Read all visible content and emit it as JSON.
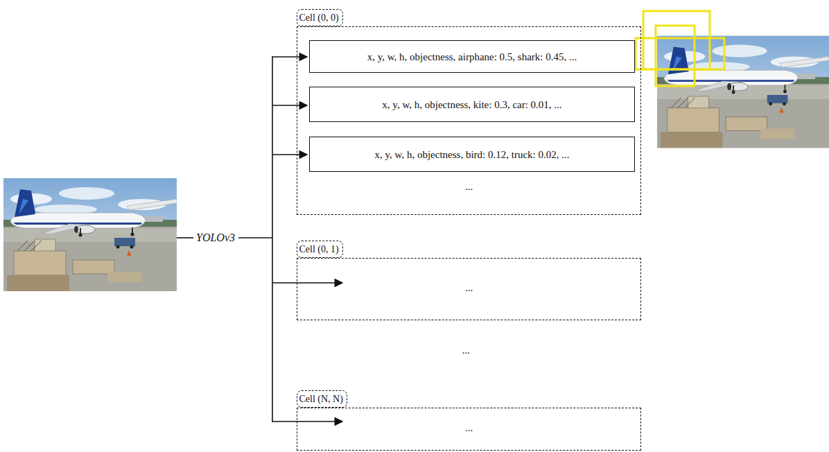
{
  "diagram": {
    "nodes": [
      {
        "text": [
          "Cell (0, 0)",
          "..."
        ]
      },
      {
        "text": [
          "x, y, w, h, objectness, airphane: 0.5, shark: 0.45, ..."
        ],
        "in": 0
      },
      {
        "text": [
          "x, y, w, h, objectness, kite: 0.3, car: 0.01, ..."
        ],
        "in": 0
      },
      {
        "text": [
          "x, y, w, h, objectness, bird: 0.12, truck: 0.02, ..."
        ],
        "in": 0
      },
      {
        "text": [
          "Cell (0, 1)",
          "..."
        ]
      },
      {
        "text": [
          "Cell (N, N)",
          "..."
        ]
      }
    ],
    "labels": [
      "YOLOv3",
      "..."
    ]
  }
}
